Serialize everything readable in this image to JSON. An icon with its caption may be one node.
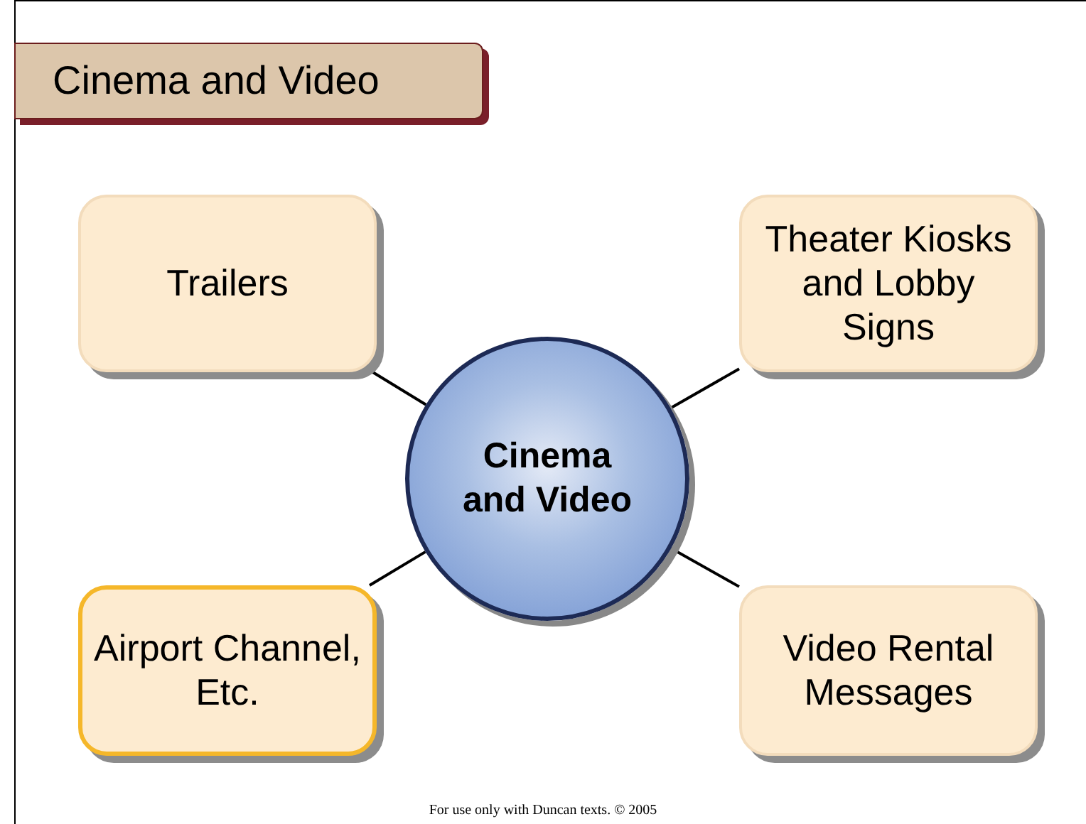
{
  "diagram": {
    "title": "Cinema and Video",
    "nodes": [
      {
        "text": [
          "Cinema and Video"
        ]
      },
      {
        "text": [
          "Trailers"
        ]
      },
      {
        "text": [
          "Theater Kiosks and Lobby Signs"
        ]
      },
      {
        "text": [
          "Airport Channel, Etc."
        ]
      },
      {
        "text": [
          "Video Rental Messages"
        ]
      }
    ],
    "edges": [
      {
        "from": 0,
        "to": 1,
        "arrow": "none"
      },
      {
        "from": 0,
        "to": 2,
        "arrow": "none"
      },
      {
        "from": 0,
        "to": 3,
        "arrow": "none"
      },
      {
        "from": 0,
        "to": 4,
        "arrow": "none"
      }
    ],
    "labels": [
      "For use only with Duncan texts. © 2005"
    ]
  }
}
